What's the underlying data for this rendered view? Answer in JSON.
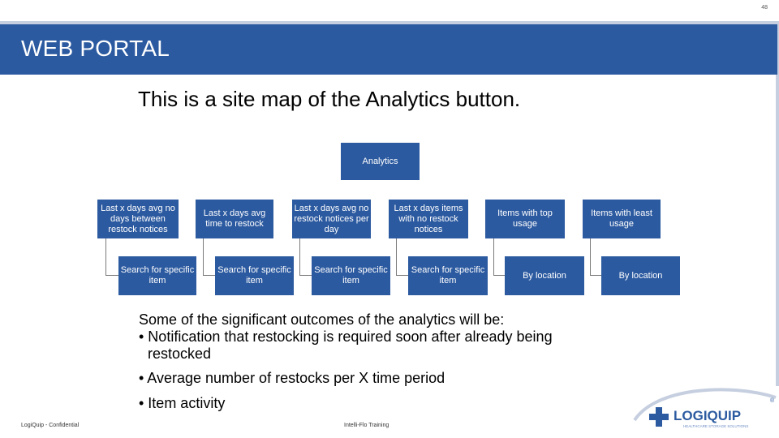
{
  "page_number": "48",
  "header": {
    "title": "WEB PORTAL"
  },
  "subtitle": "This is a site map of the Analytics button.",
  "sitemap": {
    "root": "Analytics",
    "columns": [
      {
        "top": "Last x days avg no days between restock notices",
        "bottom": "Search for specific item"
      },
      {
        "top": "Last x days avg time to restock",
        "bottom": "Search for specific item"
      },
      {
        "top": "Last x days avg no restock notices per day",
        "bottom": "Search for specific item"
      },
      {
        "top": "Last x days items with no restock notices",
        "bottom": "Search for specific item"
      },
      {
        "top": "Items with top usage",
        "bottom": "By location"
      },
      {
        "top": "Items with least usage",
        "bottom": "By location"
      }
    ]
  },
  "outcomes": {
    "intro": "Some of the significant outcomes of the analytics will be:",
    "items": [
      "• Notification that restocking is required soon after already being",
      "restocked",
      "• Average number of restocks per X time period",
      "• Item activity"
    ]
  },
  "footer": {
    "left": "LogiQuip - Confidential",
    "center": "Intelli-Flo Training"
  },
  "logo": {
    "text": "LOGIQUIP",
    "tagline": "HEALTHCARE STORAGE SOLUTIONS",
    "mark": "®",
    "brand_color": "#2c5aa0"
  },
  "colors": {
    "box": "#2c5aa0",
    "banner": "#2c5aa0",
    "connector": "#7a7a7a"
  }
}
